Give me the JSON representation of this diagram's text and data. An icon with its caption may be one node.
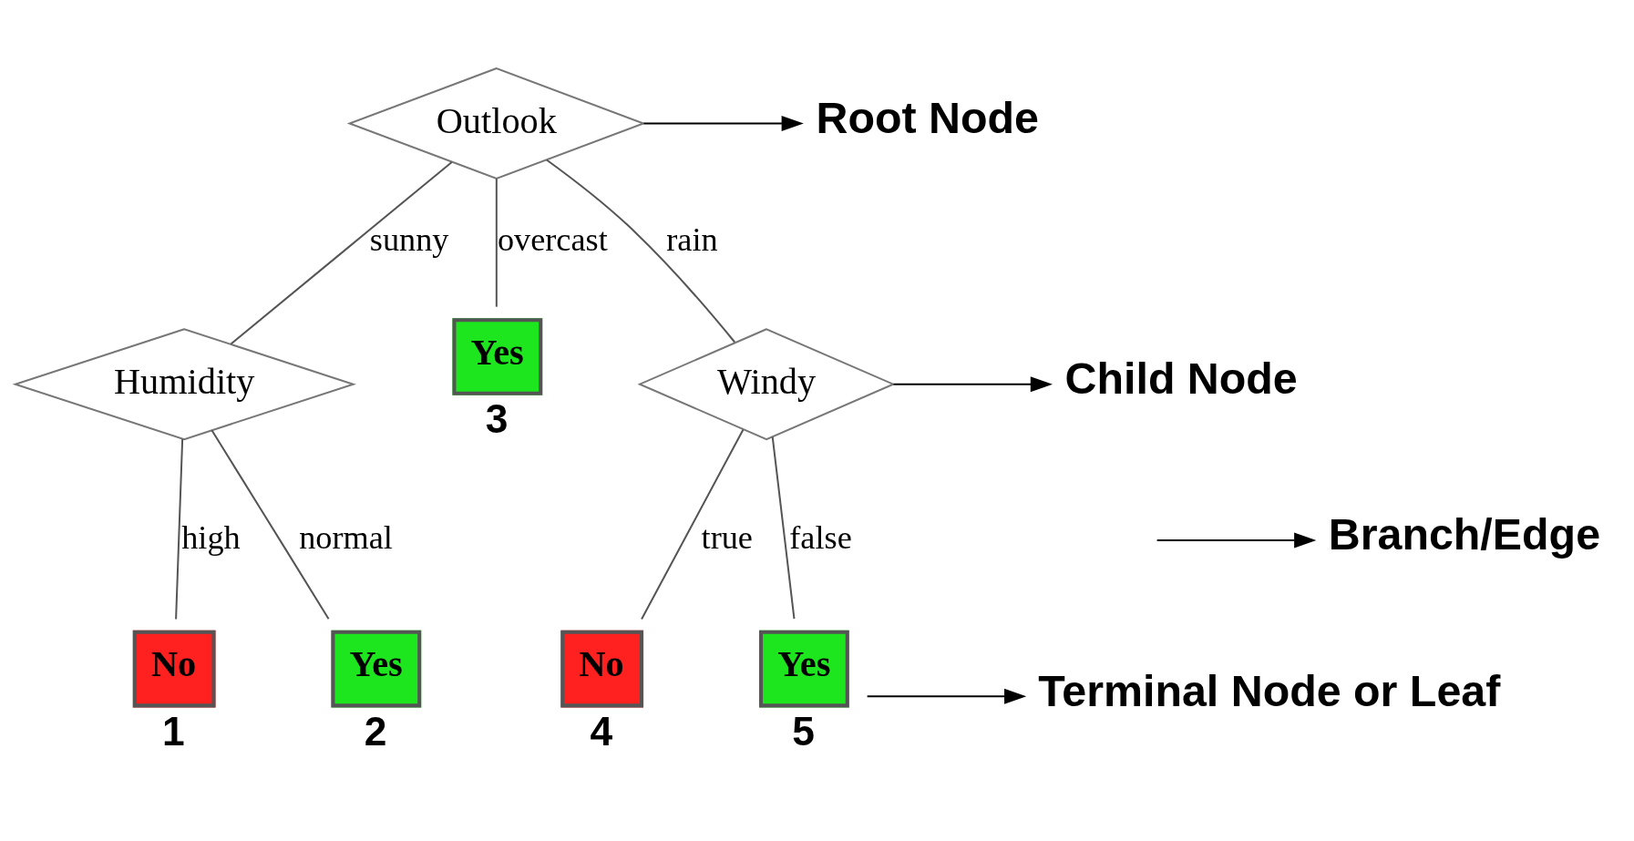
{
  "diagram": {
    "nodes": [
      {
        "text": [
          "Outlook"
        ]
      },
      {
        "text": [
          "Humidity"
        ]
      },
      {
        "text": [
          "Yes"
        ],
        "beside": [
          "3"
        ]
      },
      {
        "text": [
          "Windy"
        ]
      },
      {
        "text": [
          "No"
        ],
        "beside": [
          "1"
        ]
      },
      {
        "text": [
          "Yes"
        ],
        "beside": [
          "2"
        ]
      },
      {
        "text": [
          "No"
        ],
        "beside": [
          "4"
        ]
      },
      {
        "text": [
          "Yes"
        ],
        "beside": [
          "5"
        ]
      },
      {
        "text": [
          "Root Node"
        ]
      },
      {
        "text": [
          "Branch/Edge"
        ]
      },
      {
        "text": [
          "Child Node"
        ]
      },
      {
        "text": [
          "Terminal Node or Leaf"
        ]
      }
    ],
    "edges": [
      {
        "from": 0,
        "to": 1,
        "label": "sunny",
        "arrow": "none"
      },
      {
        "from": 0,
        "to": 2,
        "label": "overcast",
        "arrow": "none"
      },
      {
        "from": 0,
        "to": 3,
        "label": "rain",
        "arrow": "none"
      },
      {
        "from": 1,
        "to": 4,
        "label": "high",
        "arrow": "none"
      },
      {
        "from": 1,
        "to": 5,
        "label": "normal",
        "arrow": "none"
      },
      {
        "from": 3,
        "to": 6,
        "label": "true",
        "arrow": "none"
      },
      {
        "from": 3,
        "to": 7,
        "label": "false",
        "arrow": "none"
      },
      {
        "from": 0,
        "to": 8,
        "arrow": "to"
      },
      {
        "from": null,
        "to": 9,
        "arrow": "to"
      },
      {
        "from": 3,
        "to": 10,
        "arrow": "to"
      },
      {
        "from": 7,
        "to": 11,
        "arrow": "to"
      }
    ]
  }
}
